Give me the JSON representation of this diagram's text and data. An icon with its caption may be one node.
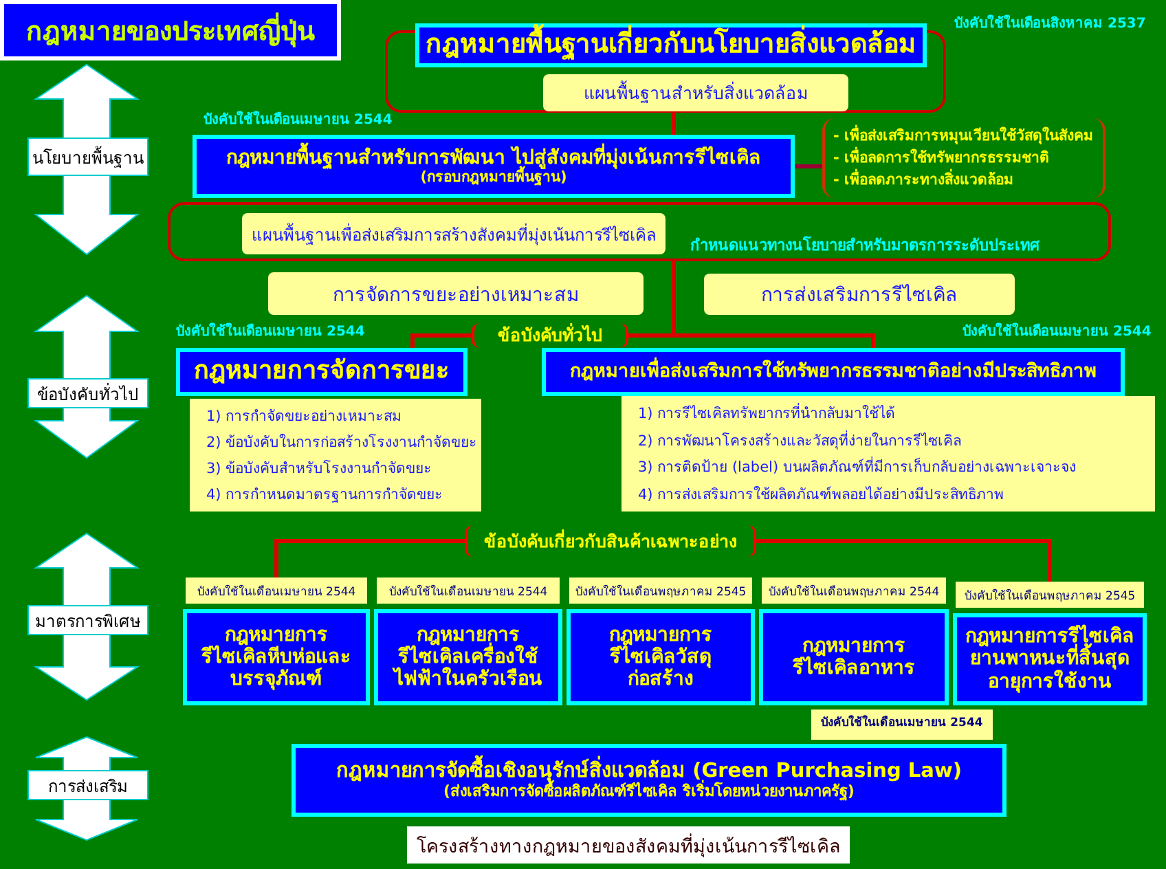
{
  "diagram": {
    "title": "กฎหมายของประเทศญี่ปุ่น",
    "caption": "โครงสร้างทางกฎหมายของสังคมที่มุ่งเน้นการรีไซเคิล",
    "nodes": [
      {
        "text": [
          "นโยบายพื้นฐาน"
        ]
      },
      {
        "text": [],
        "shape": "box"
      },
      {
        "text": [
          "กฎหมายพื้นฐานเกี่ยวกับนโยบายสิ่งแวดล้อม"
        ],
        "in": 1,
        "beside": [
          "บังคับใช้ในเดือนสิงหาคม 2537"
        ]
      },
      {
        "text": [
          "แผนพื้นฐานสำหรับสิ่งแวดล้อม"
        ],
        "in": 1
      },
      {
        "text": [
          "กำหนดแนวทางนโยบายสำหรับมาตรการระดับประเทศ"
        ]
      },
      {
        "text": [
          "กฎหมายพื้นฐานสำหรับการพัฒนา ไปสู่สังคมที่มุ่งเน้นการรีไซเคิล",
          "(กรอบกฎหมายพื้นฐาน)"
        ],
        "beside": [
          "บังคับใช้ในเดือนเมษายน 2544"
        ]
      },
      {
        "text": [
          "- เพื่อส่งเสริมการหมุนเวียนใช้วัสดุในสังคม",
          "- เพื่อลดการใช้ทรัพยากรธรรมชาติ",
          "- เพื่อลดภาระทางสิ่งแวดล้อม"
        ]
      },
      {
        "text": [
          "แผนพื้นฐานเพื่อส่งเสริมการสร้างสังคมที่มุ่งเน้นการรีไซเคิล"
        ],
        "in": 4
      },
      {
        "text": [
          "การจัดการขยะอย่างเหมาะสม"
        ]
      },
      {
        "text": [
          "การส่งเสริมการรีไซเคิล"
        ]
      },
      {
        "text": [
          "ข้อบังคับทั่วไป"
        ]
      },
      {
        "text": [
          "ข้อบังคับทั่วไป"
        ]
      },
      {
        "text": [
          "กฎหมายการจัดการขยะ"
        ],
        "beside": [
          "บังคับใช้ในเดือนเมษายน 2544"
        ]
      },
      {
        "text": [
          "กฎหมายเพื่อส่งเสริมการใช้ทรัพยากรธรรมชาติอย่างมีประสิทธิภาพ"
        ],
        "beside": [
          "บังคับใช้ในเดือนเมษายน 2544"
        ]
      },
      {
        "text": [
          "1) การกำจัดขยะอย่างเหมาะสม",
          "2) ข้อบังคับในการก่อสร้างโรงงานกำจัดขยะ",
          "3) ข้อบังคับสำหรับโรงงานกำจัดขยะ",
          "4) การกำหนดมาตรฐานการกำจัดขยะ"
        ]
      },
      {
        "text": [
          "1) การรีไซเคิลทรัพยากรที่นำกลับมาใช้ได้",
          "2) การพัฒนาโครงสร้างและวัสดุที่ง่ายในการรีไซเคิล",
          "3) การติดป้าย (label) บนผลิตภัณฑ์ที่มีการเก็บกลับอย่างเฉพาะเจาะจง",
          "4) การส่งเสริมการใช้ผลิตภัณฑ์พลอยได้อย่างมีประสิทธิภาพ"
        ]
      },
      {
        "text": [
          "ข้อบังคับเกี่ยวกับสินค้าเฉพาะอย่าง"
        ]
      },
      {
        "text": [
          "มาตรการพิเศษ"
        ]
      },
      {
        "text": [
          "กฎหมายการรีไซเคิลหีบห่อและบรรจุภัณฑ์"
        ],
        "beside": [
          "บังคับใช้ในเดือนเมษายน 2544"
        ]
      },
      {
        "text": [
          "กฎหมายการรีไซเคิลเครื่องใช้ไฟฟ้าในครัวเรือน"
        ],
        "beside": [
          "บังคับใช้ในเดือนเมษายน 2544"
        ]
      },
      {
        "text": [
          "กฎหมายการรีไซเคิลวัสดุก่อสร้าง"
        ],
        "beside": [
          "บังคับใช้ในเดือนพฤษภาคม 2545"
        ]
      },
      {
        "text": [
          "กฎหมายการรีไซเคิลอาหาร"
        ],
        "beside": [
          "บังคับใช้ในเดือนพฤษภาคม 2544"
        ]
      },
      {
        "text": [
          "กฎหมายการรีไซเคิลยานพาหนะที่สิ้นสุดอายุการใช้งาน"
        ],
        "beside": [
          "บังคับใช้ในเดือนพฤษภาคม 2545"
        ]
      },
      {
        "text": [
          "การส่งเสริม"
        ]
      },
      {
        "text": [
          "กฎหมายการจัดซื้อเชิงอนุรักษ์สิ่งแวดล้อม (Green Purchasing Law)",
          "(ส่งเสริมการจัดซื้อผลิตภัณฑ์รีไซเคิล ริเริ่มโดยหน่วยงานภาครัฐ)"
        ],
        "beside": [
          "บังคับใช้ในเดือนเมษายน 2544"
        ]
      }
    ],
    "edges": [
      {
        "from": 1,
        "to": 5,
        "arrow": "none"
      },
      {
        "from": 5,
        "to": 6,
        "arrow": "none",
        "color": "#990033"
      },
      {
        "from": 4,
        "to": 11,
        "arrow": "none"
      },
      {
        "from": 11,
        "to": 12,
        "arrow": "none"
      },
      {
        "from": 11,
        "to": 13,
        "arrow": "none"
      },
      {
        "from": 16,
        "to": 18,
        "arrow": "none"
      },
      {
        "from": 16,
        "to": 22,
        "arrow": "none"
      }
    ]
  }
}
